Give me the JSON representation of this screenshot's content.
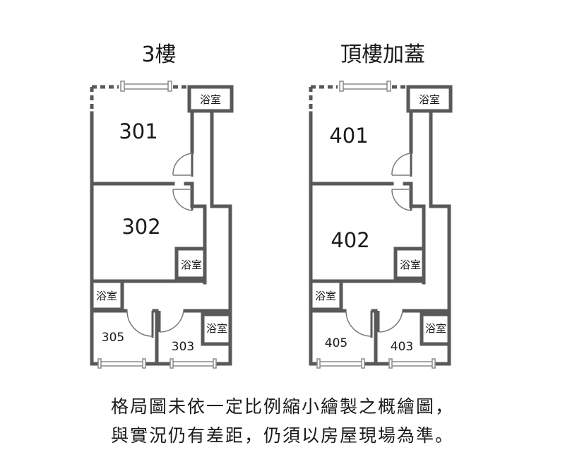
{
  "floors": [
    {
      "title": "3樓",
      "rooms": {
        "upper": "301",
        "middle": "302",
        "bottom_left": "305",
        "bottom_right": "303"
      },
      "bathroom": "浴室"
    },
    {
      "title": "頂樓加蓋",
      "rooms": {
        "upper": "401",
        "middle": "402",
        "bottom_left": "405",
        "bottom_right": "403"
      },
      "bathroom": "浴室"
    }
  ],
  "disclaimer": {
    "line1": "格局圖未依一定比例縮小繪製之概繪圖，",
    "line2": "與實況仍有差距，仍須以房屋現場為準。"
  }
}
